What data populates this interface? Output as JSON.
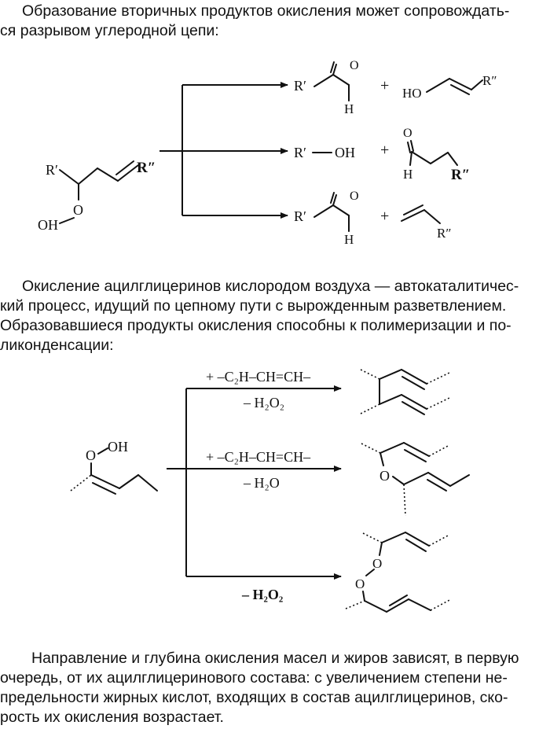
{
  "paragraphs": {
    "p1": [
      "Образование вторичных продуктов окисления может сопровождать-",
      "ся разрывом углеродной цепи:"
    ],
    "p2": [
      "Окисление ацилглицеринов кислородом воздуха — автокаталитичес-",
      "кий процесс, идущий по цепному пути с вырожденным разветвлением.",
      "Образовавшиеся продукты окисления способны к полимеризации и по-",
      "ликонденсации:"
    ],
    "p3": [
      "Направление и глубина окисления масел и жиров зависят, в первую",
      "очередь, от их ацилглицеринового состава: с увеличением степени не-",
      "предельности жирных кислот, входящих в состав ацилглицеринов, ско-",
      "рость их окисления возрастает."
    ]
  },
  "scheme1": {
    "reactant": {
      "r1": "R′",
      "o": "O",
      "oh": "OH",
      "r2": "R″"
    },
    "row1": {
      "r": "R′",
      "o": "O",
      "h": "H",
      "plus": "+",
      "ho": "HO",
      "r2": "R″"
    },
    "row2": {
      "r": "R′",
      "bond": "—",
      "oh": "OH",
      "plus": "+",
      "o": "O",
      "h": "H",
      "r2": "R″"
    },
    "row3": {
      "r": "R′",
      "o": "O",
      "h": "H",
      "plus": "+",
      "r2": "R″"
    }
  },
  "scheme2": {
    "reactant": {
      "o": "O",
      "oh": "OH"
    },
    "path1": {
      "reagent": "+ –C₂H–CH=CH–",
      "byproduct": "– H₂O₂"
    },
    "path2": {
      "reagent": "+ –C₂H–CH=CH–",
      "byproduct": "– H₂O",
      "o": "O"
    },
    "path3": {
      "byproduct": "– H₂O₂",
      "o1": "O",
      "o2": "O"
    }
  }
}
